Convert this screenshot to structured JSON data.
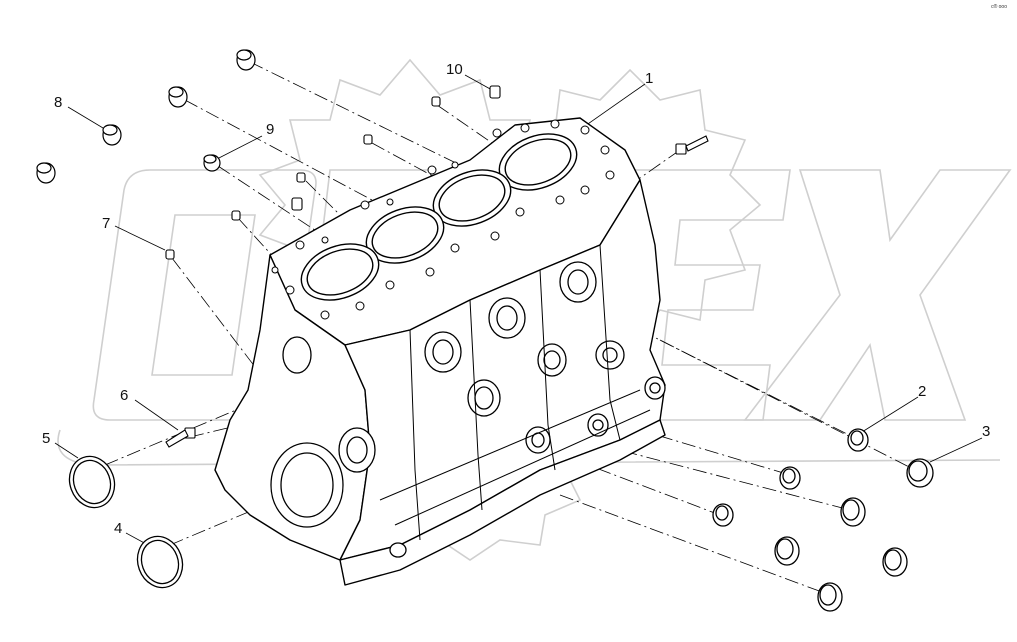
{
  "diagram": {
    "callouts": [
      "1",
      "2",
      "3",
      "4",
      "5",
      "6",
      "7",
      "8",
      "9",
      "10"
    ],
    "corner_code": "c® ooo"
  },
  "watermark": {
    "text": "OMEX",
    "color": "#d9d9d9"
  },
  "colors": {
    "line": "#000000",
    "part_fill": "#ffffff"
  }
}
